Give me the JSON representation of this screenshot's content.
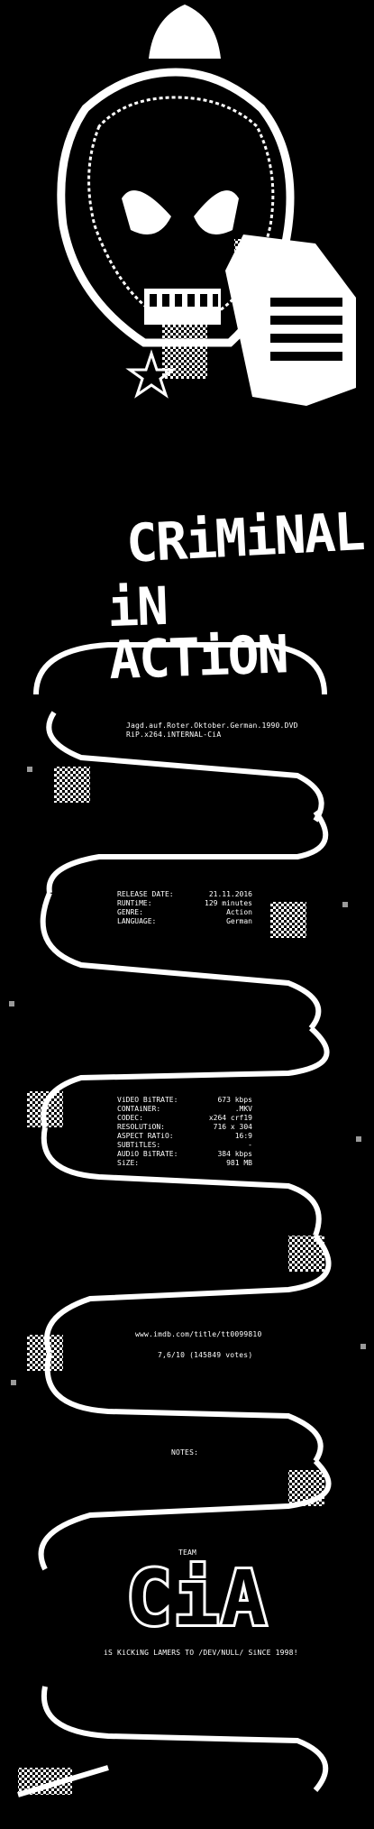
{
  "release": {
    "name_line1": "Jagd.auf.Roter.Oktober.German.1990.DVD",
    "name_line2": "RiP.x264.iNTERNAL-CiA"
  },
  "logo": {
    "line1": "CRiMiNAL",
    "line2": "iN ACTiON"
  },
  "info": [
    {
      "label": "RELEASE DATE:",
      "value": "21.11.2016"
    },
    {
      "label": "RUNTiME:",
      "value": "129 minutes"
    },
    {
      "label": "GENRE:",
      "value": "Action"
    },
    {
      "label": "LANGUAGE:",
      "value": "German"
    }
  ],
  "specs": [
    {
      "label": "ViDEO BiTRATE:",
      "value": "673 kbps"
    },
    {
      "label": "CONTAiNER:",
      "value": ".MKV"
    },
    {
      "label": "CODEC:",
      "value": "x264 crf19"
    },
    {
      "label": "RESOLUTiON:",
      "value": "716 x 304"
    },
    {
      "label": "ASPECT RATiO:",
      "value": "16:9"
    },
    {
      "label": "SUBTiTLES:",
      "value": "-"
    },
    {
      "label": "AUDiO BiTRATE:",
      "value": "384 kbps"
    },
    {
      "label": "SiZE:",
      "value": "981 MB"
    }
  ],
  "imdb": {
    "url": "www.imdb.com/title/tt0099810",
    "rating": "7,6/10 (145849 votes)"
  },
  "notes_label": "NOTES:",
  "team_label": "TEAM",
  "team_logo": "CiA",
  "footer": "iS KiCKiNG LAMERS TO /DEV/NULL/ SiNCE 1998!",
  "colors": {
    "background": "#000000",
    "foreground": "#ffffff",
    "shade": "#9a9a9a"
  }
}
